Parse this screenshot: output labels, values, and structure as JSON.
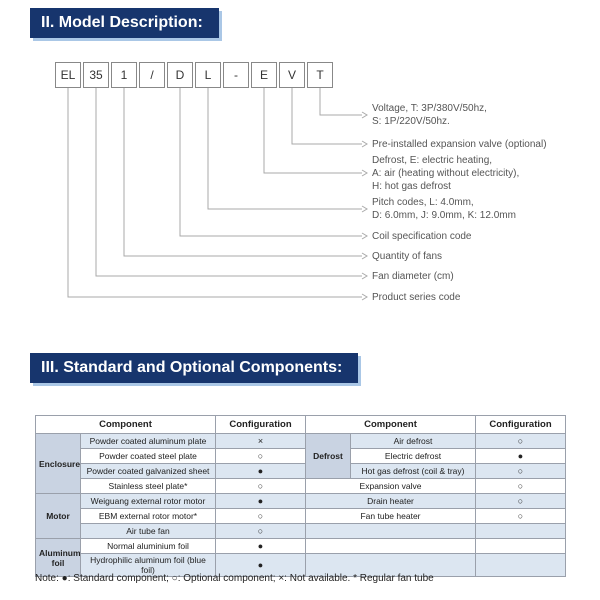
{
  "section2": {
    "title": "II. Model Description:",
    "code_boxes": [
      "EL",
      "35",
      "1",
      "/",
      "D",
      "L",
      "-",
      "E",
      "V",
      "T"
    ],
    "labels": [
      {
        "text": "Voltage, T: 3P/380V/50hz,\nS: 1P/220V/50hz."
      },
      {
        "text": "Pre-installed expansion valve (optional)"
      },
      {
        "text": "Defrost, E: electric heating,\nA: air (heating without electricity),\nH: hot gas defrost"
      },
      {
        "text": "Pitch codes, L: 4.0mm,\nD: 6.0mm, J: 9.0mm, K: 12.0mm"
      },
      {
        "text": "Coil specification code"
      },
      {
        "text": "Quantity of fans"
      },
      {
        "text": "Fan diameter (cm)"
      },
      {
        "text": "Product series code"
      }
    ]
  },
  "section3": {
    "title": "III. Standard and Optional Components:",
    "table": {
      "header": [
        "Component",
        "Configuration",
        "Component",
        "Configuration"
      ],
      "left_groups": [
        {
          "name": "Enclosure",
          "rows": [
            {
              "component": "Powder coated aluminum plate",
              "config": "×"
            },
            {
              "component": "Powder coated steel plate",
              "config": "○"
            },
            {
              "component": "Powder coated galvanized sheet",
              "config": "●"
            },
            {
              "component": "Stainless steel plate*",
              "config": "○"
            }
          ]
        },
        {
          "name": "Motor",
          "rows": [
            {
              "component": "Weiguang external rotor motor",
              "config": "●"
            },
            {
              "component": "EBM external rotor motor*",
              "config": "○"
            },
            {
              "component": "Air tube fan",
              "config": "○"
            }
          ]
        },
        {
          "name": "Aluminum foil",
          "rows": [
            {
              "component": "Normal aluminium foil",
              "config": "●"
            },
            {
              "component": "Hydrophilic aluminum foil (blue foil)",
              "config": "●"
            }
          ]
        }
      ],
      "right": {
        "defrost_group": {
          "name": "Defrost",
          "rows": [
            {
              "component": "Air defrost",
              "config": "○"
            },
            {
              "component": "Electric defrost",
              "config": "●"
            },
            {
              "component": "Hot gas defrost (coil & tray)",
              "config": "○"
            }
          ]
        },
        "full_rows": [
          {
            "component": "Expansion valve",
            "config": "○"
          },
          {
            "component": "Drain heater",
            "config": "○"
          },
          {
            "component": "Fan tube heater",
            "config": "○"
          }
        ]
      }
    }
  },
  "note": "Note: ●: Standard component; ○: Optional component; ×: Not available. * Regular fan tube",
  "colors": {
    "header_bar": "#17356d",
    "header_accent": "#aac7e6",
    "row_stripe": "#dce6f1",
    "group_cell": "#c9d3e2"
  }
}
